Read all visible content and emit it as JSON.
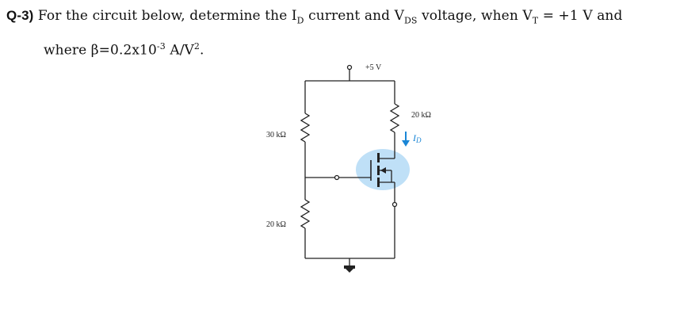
{
  "question": {
    "number": "Q-3)",
    "line1_a": "For the circuit below, determine the I",
    "line1_sub1": "D",
    "line1_b": " current and V",
    "line1_sub2": "DS",
    "line1_c": " voltage, when V",
    "line1_sub3": "T",
    "line1_d": " = +1 V and",
    "line2_a": "where β=0.2x10",
    "line2_sup1": "-3",
    "line2_b": " A/V",
    "line2_sup2": "2",
    "line2_c": "."
  },
  "circuit": {
    "supply_label": "+5 V",
    "r_drain_label": "20 kΩ",
    "r_top_label": "30 kΩ",
    "r_bottom_label": "20 kΩ",
    "current_label_main": "I",
    "current_label_sub": "D",
    "colors": {
      "wire": "#222222",
      "highlight": "#bfe0f7",
      "current_arrow": "#1a86d6"
    }
  }
}
